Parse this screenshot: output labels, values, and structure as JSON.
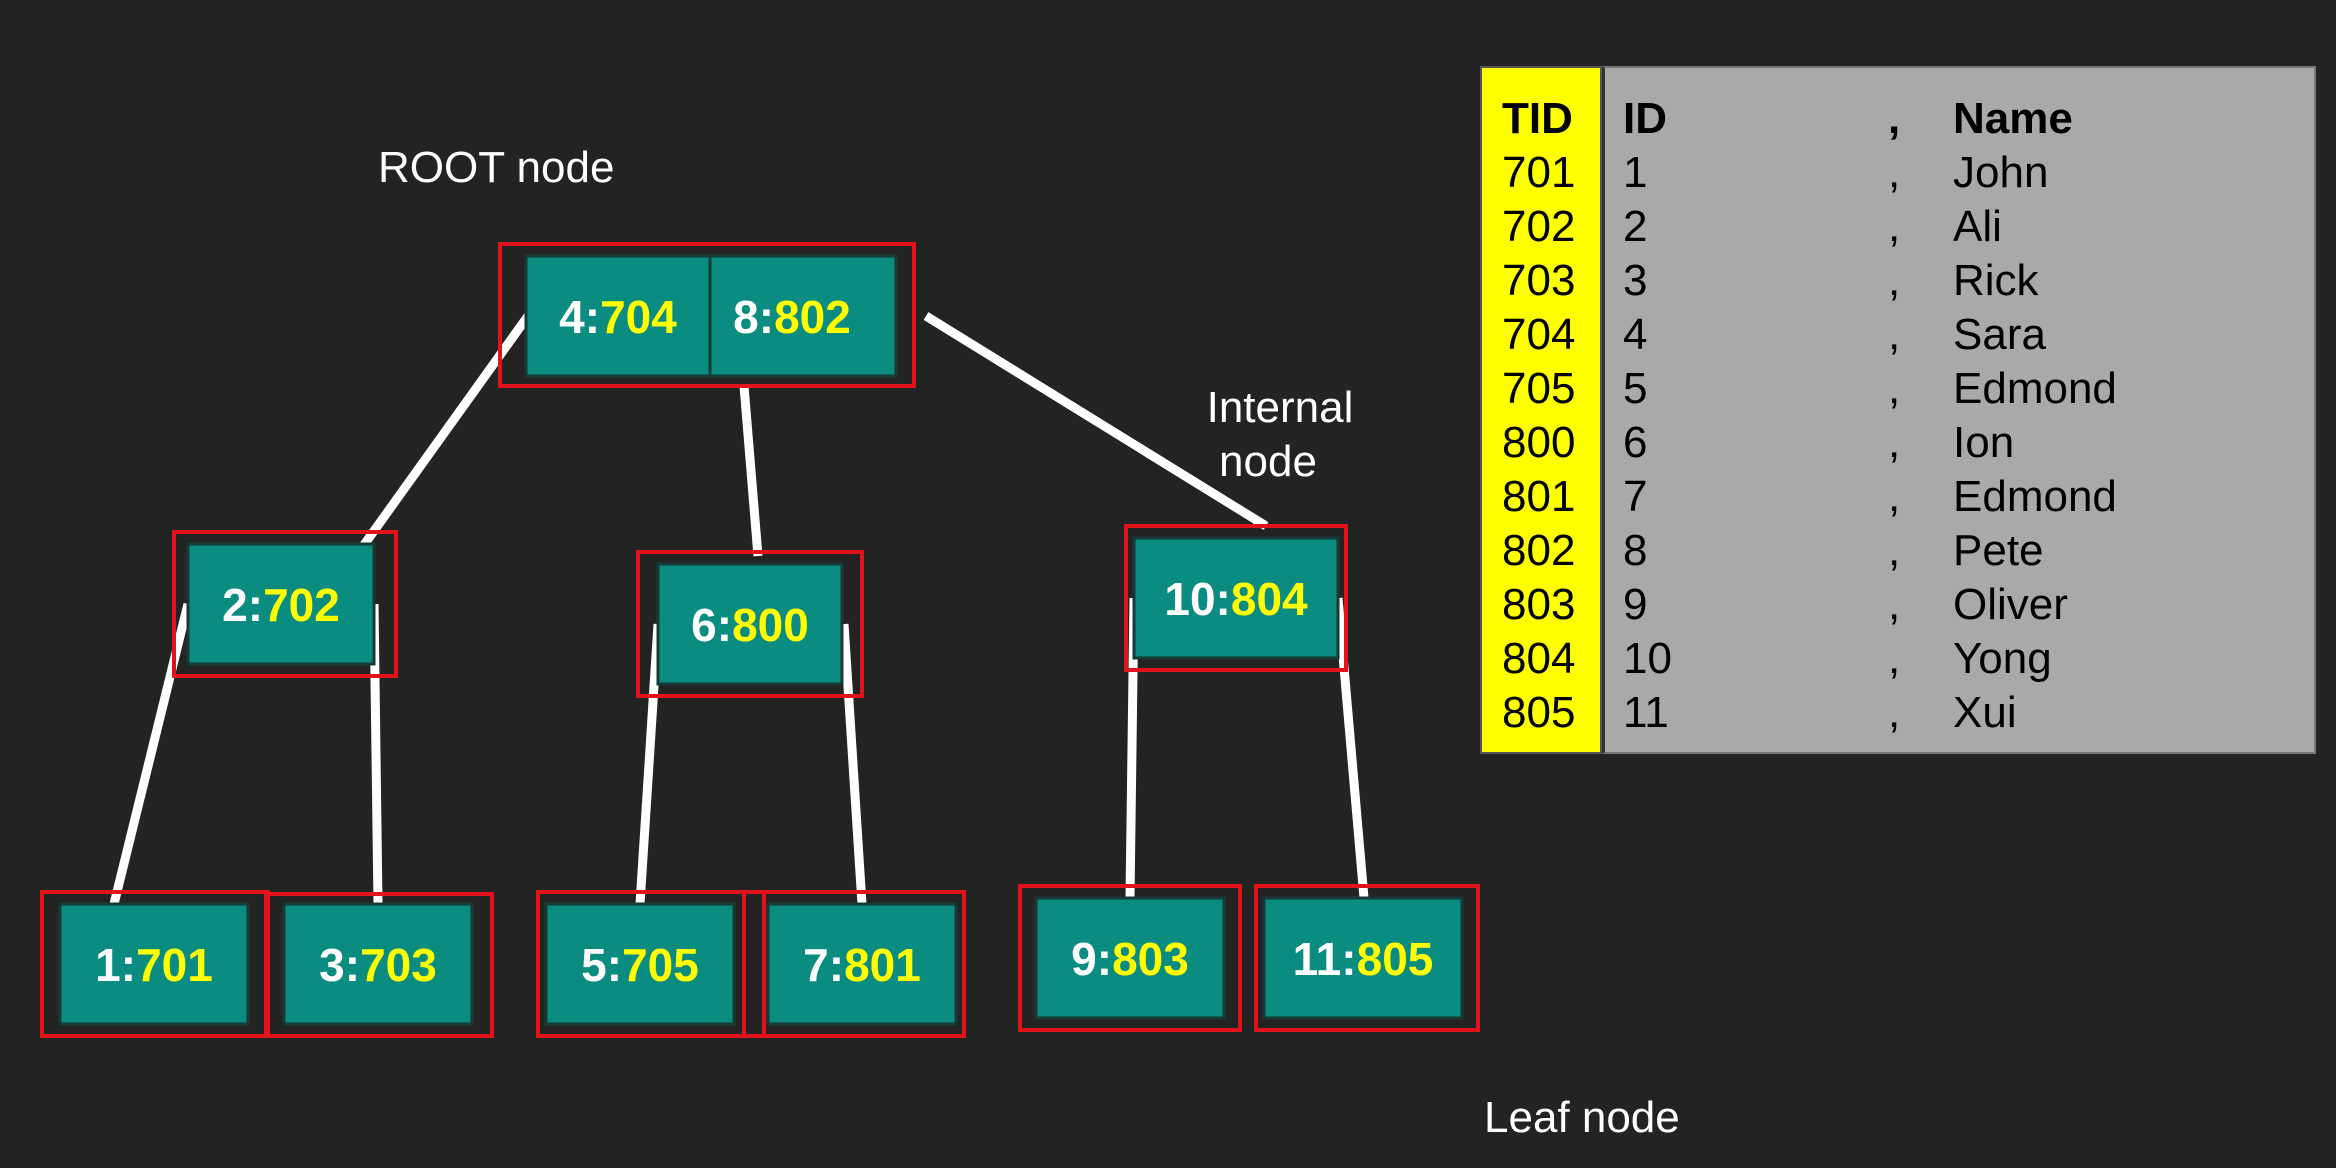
{
  "labels": {
    "root": "ROOT node",
    "internal_line1": "Internal",
    "internal_line2": "node",
    "leaf": "Leaf node"
  },
  "colors": {
    "background": "#232323",
    "node_fill": "#0a8c80",
    "frame": "#e3121b",
    "key_text": "#ffffff",
    "tid_text": "#ffff00",
    "tid_column": "#ffff00",
    "table_body": "#a9a9a9"
  },
  "tree": {
    "root": [
      {
        "key": "4",
        "sep": ":",
        "tid": "704"
      },
      {
        "key": "8",
        "sep": ":",
        "tid": "802"
      }
    ],
    "internal": [
      {
        "key": "2",
        "sep": ":",
        "tid": "702"
      },
      {
        "key": "6",
        "sep": ":",
        "tid": "800"
      },
      {
        "key": "10",
        "sep": ":",
        "tid": "804"
      }
    ],
    "leaves": [
      {
        "key": "1",
        "sep": ":",
        "tid": "701"
      },
      {
        "key": "3",
        "sep": ":",
        "tid": "703"
      },
      {
        "key": "5",
        "sep": ":",
        "tid": "705"
      },
      {
        "key": "7",
        "sep": ":",
        "tid": "801"
      },
      {
        "key": "9",
        "sep": ":",
        "tid": "803"
      },
      {
        "key": "11",
        "sep": ":",
        "tid": "805"
      }
    ]
  },
  "table": {
    "headers": {
      "tid": "TID",
      "id": "ID",
      "comma": ",",
      "name": "Name"
    },
    "rows": [
      {
        "tid": "701",
        "id": "1",
        "comma": ",",
        "name": "John"
      },
      {
        "tid": "702",
        "id": "2",
        "comma": ",",
        "name": "Ali"
      },
      {
        "tid": "703",
        "id": "3",
        "comma": ",",
        "name": "Rick"
      },
      {
        "tid": "704",
        "id": "4",
        "comma": ",",
        "name": "Sara"
      },
      {
        "tid": "705",
        "id": "5",
        "comma": ",",
        "name": "Edmond"
      },
      {
        "tid": "800",
        "id": "6",
        "comma": ",",
        "name": "Ion"
      },
      {
        "tid": "801",
        "id": "7",
        "comma": ",",
        "name": "Edmond"
      },
      {
        "tid": "802",
        "id": "8",
        "comma": ",",
        "name": "Pete"
      },
      {
        "tid": "803",
        "id": "9",
        "comma": ",",
        "name": "Oliver"
      },
      {
        "tid": "804",
        "id": "10",
        "comma": ",",
        "name": "Yong"
      },
      {
        "tid": "805",
        "id": "11",
        "comma": ",",
        "name": "Xui"
      }
    ]
  }
}
